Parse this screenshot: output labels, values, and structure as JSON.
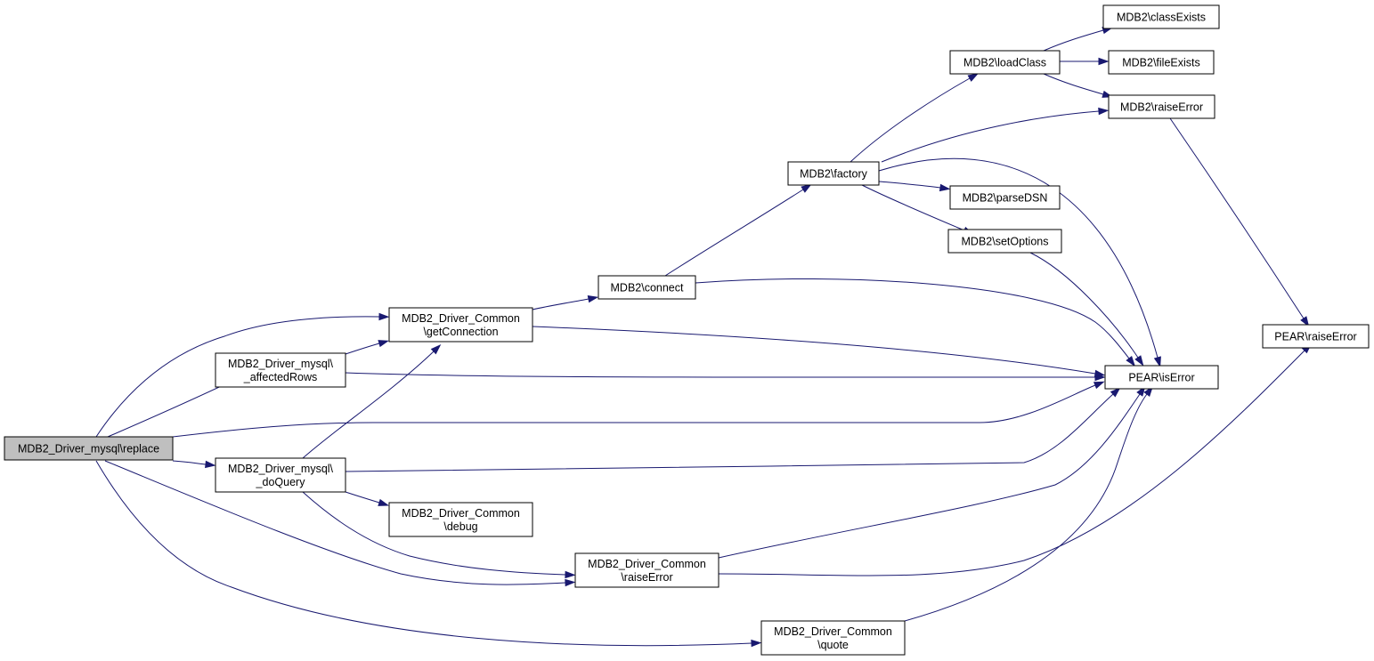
{
  "graph": {
    "nodes": [
      {
        "id": "replace",
        "lines": [
          "MDB2_Driver_mysql\\replace"
        ],
        "highlighted": true
      },
      {
        "id": "affectedRows",
        "lines": [
          "MDB2_Driver_mysql\\",
          "_affectedRows"
        ]
      },
      {
        "id": "doQuery",
        "lines": [
          "MDB2_Driver_mysql\\",
          "_doQuery"
        ]
      },
      {
        "id": "getConnection",
        "lines": [
          "MDB2_Driver_Common",
          "\\getConnection"
        ]
      },
      {
        "id": "debug",
        "lines": [
          "MDB2_Driver_Common",
          "\\debug"
        ]
      },
      {
        "id": "commonRaiseError",
        "lines": [
          "MDB2_Driver_Common",
          "\\raiseError"
        ]
      },
      {
        "id": "quote",
        "lines": [
          "MDB2_Driver_Common",
          "\\quote"
        ]
      },
      {
        "id": "connect",
        "lines": [
          "MDB2\\connect"
        ]
      },
      {
        "id": "factory",
        "lines": [
          "MDB2\\factory"
        ]
      },
      {
        "id": "loadClass",
        "lines": [
          "MDB2\\loadClass"
        ]
      },
      {
        "id": "parseDSN",
        "lines": [
          "MDB2\\parseDSN"
        ]
      },
      {
        "id": "setOptions",
        "lines": [
          "MDB2\\setOptions"
        ]
      },
      {
        "id": "classExists",
        "lines": [
          "MDB2\\classExists"
        ]
      },
      {
        "id": "fileExists",
        "lines": [
          "MDB2\\fileExists"
        ]
      },
      {
        "id": "mdb2RaiseError",
        "lines": [
          "MDB2\\raiseError"
        ]
      },
      {
        "id": "isError",
        "lines": [
          "PEAR\\isError"
        ]
      },
      {
        "id": "pearRaiseError",
        "lines": [
          "PEAR\\raiseError"
        ]
      }
    ],
    "edges": [
      {
        "from": "replace",
        "to": "getConnection"
      },
      {
        "from": "replace",
        "to": "affectedRows"
      },
      {
        "from": "replace",
        "to": "isError"
      },
      {
        "from": "replace",
        "to": "doQuery"
      },
      {
        "from": "replace",
        "to": "commonRaiseError"
      },
      {
        "from": "replace",
        "to": "quote"
      },
      {
        "from": "affectedRows",
        "to": "getConnection"
      },
      {
        "from": "affectedRows",
        "to": "isError"
      },
      {
        "from": "doQuery",
        "to": "getConnection"
      },
      {
        "from": "doQuery",
        "to": "isError"
      },
      {
        "from": "doQuery",
        "to": "debug"
      },
      {
        "from": "doQuery",
        "to": "commonRaiseError"
      },
      {
        "from": "getConnection",
        "to": "connect"
      },
      {
        "from": "getConnection",
        "to": "isError"
      },
      {
        "from": "connect",
        "to": "factory"
      },
      {
        "from": "connect",
        "to": "isError"
      },
      {
        "from": "factory",
        "to": "loadClass"
      },
      {
        "from": "factory",
        "to": "mdb2RaiseError"
      },
      {
        "from": "factory",
        "to": "isError"
      },
      {
        "from": "factory",
        "to": "parseDSN"
      },
      {
        "from": "factory",
        "to": "setOptions"
      },
      {
        "from": "loadClass",
        "to": "classExists"
      },
      {
        "from": "loadClass",
        "to": "fileExists"
      },
      {
        "from": "loadClass",
        "to": "mdb2RaiseError"
      },
      {
        "from": "mdb2RaiseError",
        "to": "pearRaiseError"
      },
      {
        "from": "setOptions",
        "to": "isError"
      },
      {
        "from": "commonRaiseError",
        "to": "isError"
      },
      {
        "from": "commonRaiseError",
        "to": "pearRaiseError"
      },
      {
        "from": "quote",
        "to": "isError"
      }
    ]
  },
  "colors": {
    "edge": "#191970",
    "node_border": "#000000",
    "node_fill": "#ffffff",
    "highlighted_fill": "#bfbfbf"
  }
}
